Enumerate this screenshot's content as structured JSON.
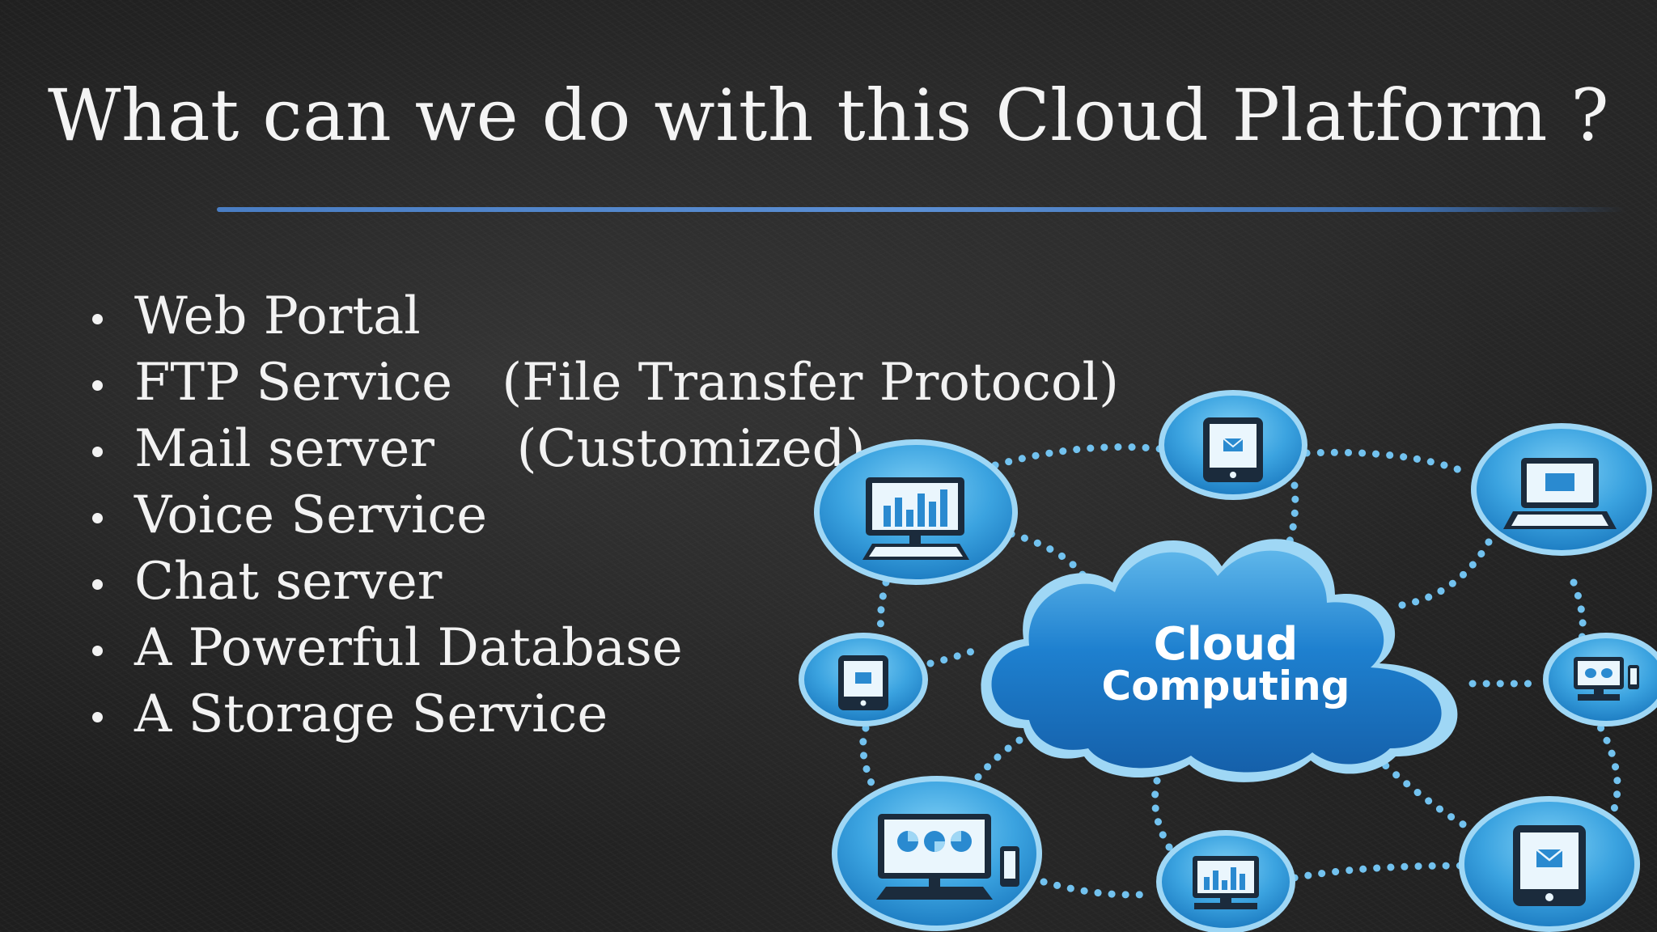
{
  "slide": {
    "title": "What can we do with this Cloud Platform ?",
    "bullets": [
      "Web Portal",
      "FTP Service   (File Transfer Protocol)",
      "Mail server     (Customized)",
      "Voice Service",
      "Chat server",
      "A Powerful Database",
      "A Storage Service"
    ]
  },
  "diagram": {
    "cloud_line1": "Cloud",
    "cloud_line2": "Computing",
    "colors": {
      "accent_rule": "#4a7ec4",
      "cloud": "#1f78c8",
      "node": "#3aa0de",
      "connector": "#6fc0ee"
    },
    "nodes": [
      {
        "name": "desktop-chart-node",
        "icon": "desktop-bar-chart-icon"
      },
      {
        "name": "tablet-top-node",
        "icon": "tablet-mail-icon"
      },
      {
        "name": "laptop-node",
        "icon": "laptop-icon"
      },
      {
        "name": "tablet-left-node",
        "icon": "tablet-mail-icon"
      },
      {
        "name": "desktop-right-node",
        "icon": "desktop-phone-icon"
      },
      {
        "name": "desktop-pie-node",
        "icon": "desktop-pie-chart-icon"
      },
      {
        "name": "monitor-bottom-node",
        "icon": "monitor-bar-chart-icon"
      },
      {
        "name": "tablet-bottom-right-node",
        "icon": "tablet-mail-icon"
      }
    ]
  }
}
